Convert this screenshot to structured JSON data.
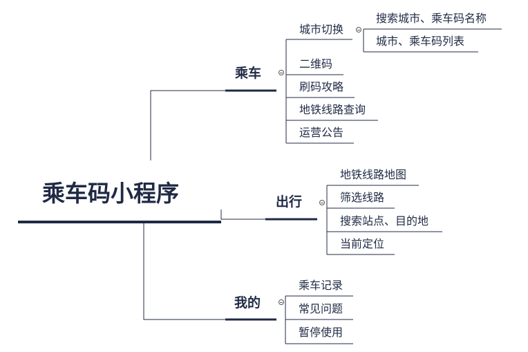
{
  "root": {
    "label": "乘车码小程序"
  },
  "branches": [
    {
      "label": "乘车",
      "children": [
        {
          "label": "城市切换",
          "children": [
            {
              "label": "搜索城市、乘车码名称"
            },
            {
              "label": "城市、乘车码列表"
            }
          ]
        },
        {
          "label": "二维码"
        },
        {
          "label": "刷码攻略"
        },
        {
          "label": "地铁线路查询"
        },
        {
          "label": "运营公告"
        }
      ]
    },
    {
      "label": "出行",
      "children": [
        {
          "label": "地铁线路地图"
        },
        {
          "label": "筛选线路"
        },
        {
          "label": "搜索站点、目的地"
        },
        {
          "label": "当前定位"
        }
      ]
    },
    {
      "label": "我的",
      "children": [
        {
          "label": "乘车记录"
        },
        {
          "label": "常见问题"
        },
        {
          "label": "暂停使用"
        }
      ]
    }
  ],
  "colors": {
    "line": "#1f2a44",
    "text": "#1f2a44",
    "background": "#ffffff"
  }
}
